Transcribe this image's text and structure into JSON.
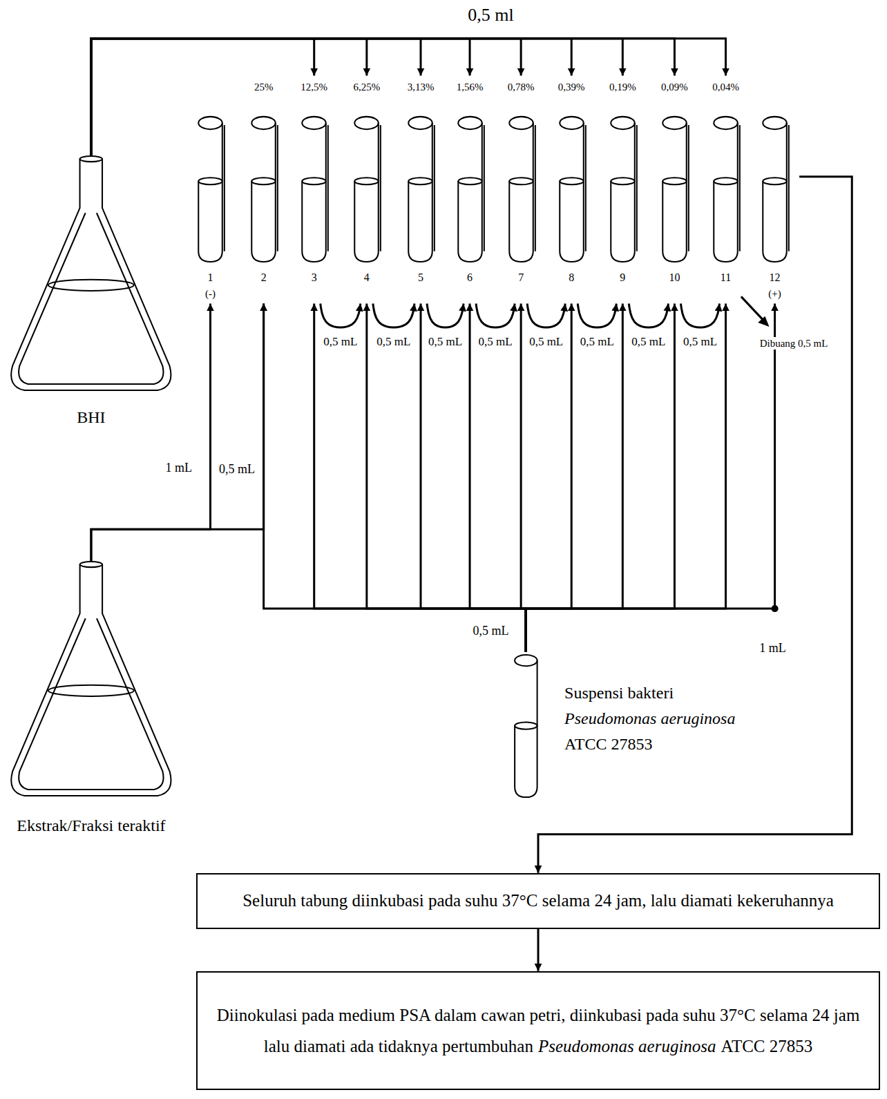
{
  "diagram": {
    "nodes": [
      {
        "text": [
          "BHI"
        ]
      },
      {
        "text": [
          "Ekstrak/Fraksi teraktif"
        ]
      },
      {
        "text": [
          "1",
          "(-)"
        ]
      },
      {
        "text": [
          "25%",
          "2"
        ]
      },
      {
        "text": [
          "12,5%",
          "3"
        ]
      },
      {
        "text": [
          "6,25%",
          "4"
        ]
      },
      {
        "text": [
          "3,13%",
          "5"
        ]
      },
      {
        "text": [
          "1,56%",
          "6"
        ]
      },
      {
        "text": [
          "0,78%",
          "7"
        ]
      },
      {
        "text": [
          "0,39%",
          "8"
        ]
      },
      {
        "text": [
          "0,19%",
          "9"
        ]
      },
      {
        "text": [
          "0,09%",
          "10"
        ]
      },
      {
        "text": [
          "0,04%",
          "11"
        ]
      },
      {
        "text": [
          "12",
          "(+)"
        ]
      },
      {
        "text": [
          "Suspensi bakteri",
          "Pseudomonas aeruginosa",
          "ATCC 27853"
        ]
      },
      {
        "text": [
          "Seluruh tabung diinkubasi pada suhu 37°C selama 24 jam, lalu diamati kekeruhannya"
        ]
      },
      {
        "text": [
          "Diinokulasi pada medium PSA dalam cawan petri, diinkubasi pada suhu 37°C selama 24 jam lalu diamati ada tidaknya pertumbuhan",
          "Pseudomonas aeruginosa",
          "ATCC 27853"
        ]
      }
    ],
    "edges": [
      {
        "from": 0,
        "to": 4,
        "arrow": "to",
        "label": "0,5 ml"
      },
      {
        "from": 0,
        "to": 5,
        "arrow": "to"
      },
      {
        "from": 0,
        "to": 6,
        "arrow": "to"
      },
      {
        "from": 0,
        "to": 7,
        "arrow": "to"
      },
      {
        "from": 0,
        "to": 8,
        "arrow": "to"
      },
      {
        "from": 0,
        "to": 9,
        "arrow": "to"
      },
      {
        "from": 0,
        "to": 10,
        "arrow": "to"
      },
      {
        "from": 0,
        "to": 11,
        "arrow": "to"
      },
      {
        "from": 0,
        "to": 12,
        "arrow": "to"
      },
      {
        "from": 1,
        "to": 2,
        "arrow": "to",
        "label": "1 mL"
      },
      {
        "from": 1,
        "to": 3,
        "arrow": "to",
        "label": "0,5 mL"
      },
      {
        "from": 14,
        "to": 3,
        "arrow": "to",
        "label": "0,5 mL"
      },
      {
        "from": 14,
        "to": 4,
        "arrow": "to"
      },
      {
        "from": 14,
        "to": 5,
        "arrow": "to"
      },
      {
        "from": 14,
        "to": 6,
        "arrow": "to"
      },
      {
        "from": 14,
        "to": 7,
        "arrow": "to"
      },
      {
        "from": 14,
        "to": 8,
        "arrow": "to"
      },
      {
        "from": 14,
        "to": 9,
        "arrow": "to"
      },
      {
        "from": 14,
        "to": 10,
        "arrow": "to"
      },
      {
        "from": 14,
        "to": 11,
        "arrow": "to"
      },
      {
        "from": 14,
        "to": 12,
        "arrow": "to"
      },
      {
        "from": 14,
        "to": 13,
        "arrow": "to",
        "label": "1 mL"
      },
      {
        "from": 4,
        "to": 5,
        "arrow": "to",
        "label": "0,5 mL"
      },
      {
        "from": 5,
        "to": 6,
        "arrow": "to",
        "label": "0,5 mL"
      },
      {
        "from": 6,
        "to": 7,
        "arrow": "to",
        "label": "0,5 mL"
      },
      {
        "from": 7,
        "to": 8,
        "arrow": "to",
        "label": "0,5 mL"
      },
      {
        "from": 8,
        "to": 9,
        "arrow": "to",
        "label": "0,5 mL"
      },
      {
        "from": 9,
        "to": 10,
        "arrow": "to",
        "label": "0,5 mL"
      },
      {
        "from": 10,
        "to": 11,
        "arrow": "to",
        "label": "0,5 mL"
      },
      {
        "from": 11,
        "to": 12,
        "arrow": "to",
        "label": "0,5 mL"
      },
      {
        "from": 13,
        "to": 15,
        "arrow": "to"
      },
      {
        "from": 15,
        "to": 16,
        "arrow": "to"
      }
    ],
    "labels": [
      "Dibuang 0,5 mL"
    ]
  }
}
